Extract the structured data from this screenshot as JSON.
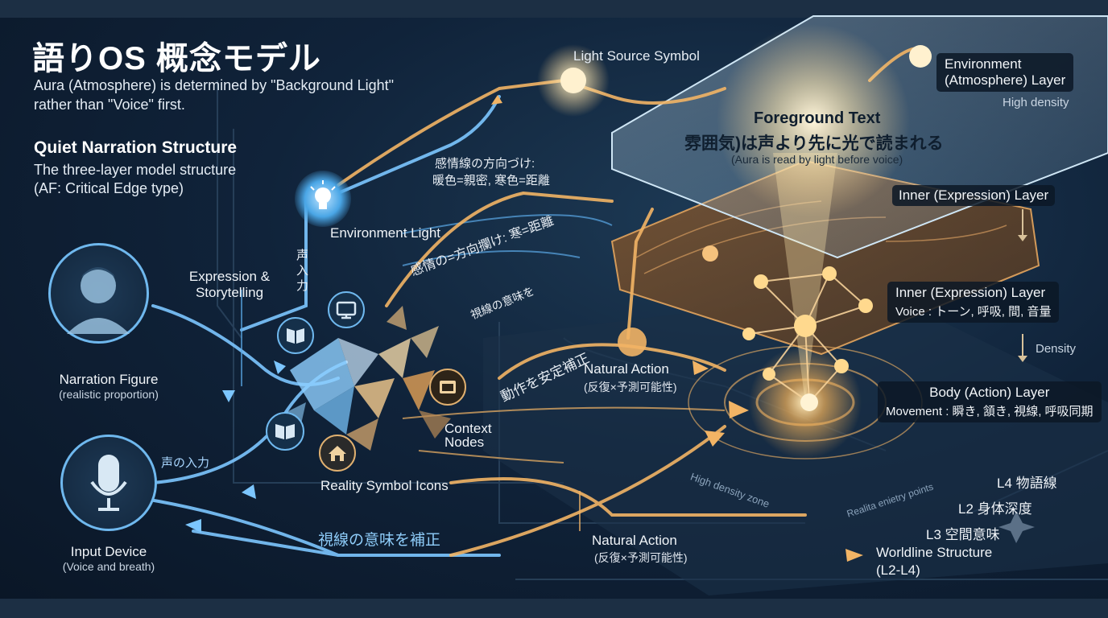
{
  "header": {
    "title": "語りOS 概念モデル",
    "subtitle_line1": "Aura (Atmosphere) is determined by \"Background Light\"",
    "subtitle_line2": "rather than \"Voice\" first.",
    "section_title": "Quiet Narration Structure",
    "section_line1": "The three-layer model structure",
    "section_line2": "(AF: Critical Edge type)"
  },
  "left": {
    "narration_figure": "Narration Figure",
    "narration_figure_sub": "(realistic proportion)",
    "input_device": "Input Device",
    "input_device_sub": "(Voice and breath)",
    "expression": "Expression &",
    "storytelling": "Storytelling",
    "voice_input_vertical": "声入力",
    "voice_input": "声の入力",
    "environment_light": "Environment Light",
    "reality_icons": "Reality Symbol Icons",
    "context_nodes_1": "Context",
    "context_nodes_2": "Nodes"
  },
  "center": {
    "light_source": "Light Source Symbol",
    "emotion_line1": "感情線の方向づけ:",
    "emotion_line2": "暖色=親密, 寒色=距離",
    "emotion_band": "感情の=方向攔け: 寒=距離",
    "gaze_band": "視線の意味を",
    "stabilize": "動作を安定補正",
    "gaze_correct": "視線の意味を補正",
    "natural_action_1": "Natural Action",
    "natural_action_1_sub": "(反復×予測可能性)",
    "natural_action_2": "Natural Action",
    "natural_action_2_sub": "(反復×予測可能性)"
  },
  "right": {
    "foreground_title": "Foreground Text",
    "foreground_jp": "雰囲気)は声より先に光で読まれる",
    "foreground_en": "(Aura is read by light before voice)",
    "env_layer_1": "Environment",
    "env_layer_2": "(Atmosphere) Layer",
    "high_density": "High density",
    "inner_layer_a": "Inner (Expression) Layer",
    "inner_layer_b": "Inner (Expression) Layer",
    "inner_layer_b_sub": "Voice : トーン, 呼吸, 間, 音量",
    "density": "Density",
    "body_layer": "Body (Action) Layer",
    "body_layer_sub": "Movement : 瞬き, 頷き, 視線, 呼吸同期",
    "high_density_zone": "High density zone",
    "entry_points": "Realita enietry points",
    "l4": "L4 物語線",
    "l2": "L2 身体深度",
    "l3": "L3 空間意味",
    "worldline_1": "Worldline Structure",
    "worldline_2": "(L2-L4)"
  },
  "colors": {
    "cool": "#7cc6ff",
    "warm": "#f2b465",
    "bg": "#10233a"
  },
  "icons": [
    "person-icon",
    "microphone-icon",
    "lightbulb-icon",
    "book-icon",
    "monitor-icon",
    "house-icon",
    "film-icon",
    "node-network-icon"
  ]
}
